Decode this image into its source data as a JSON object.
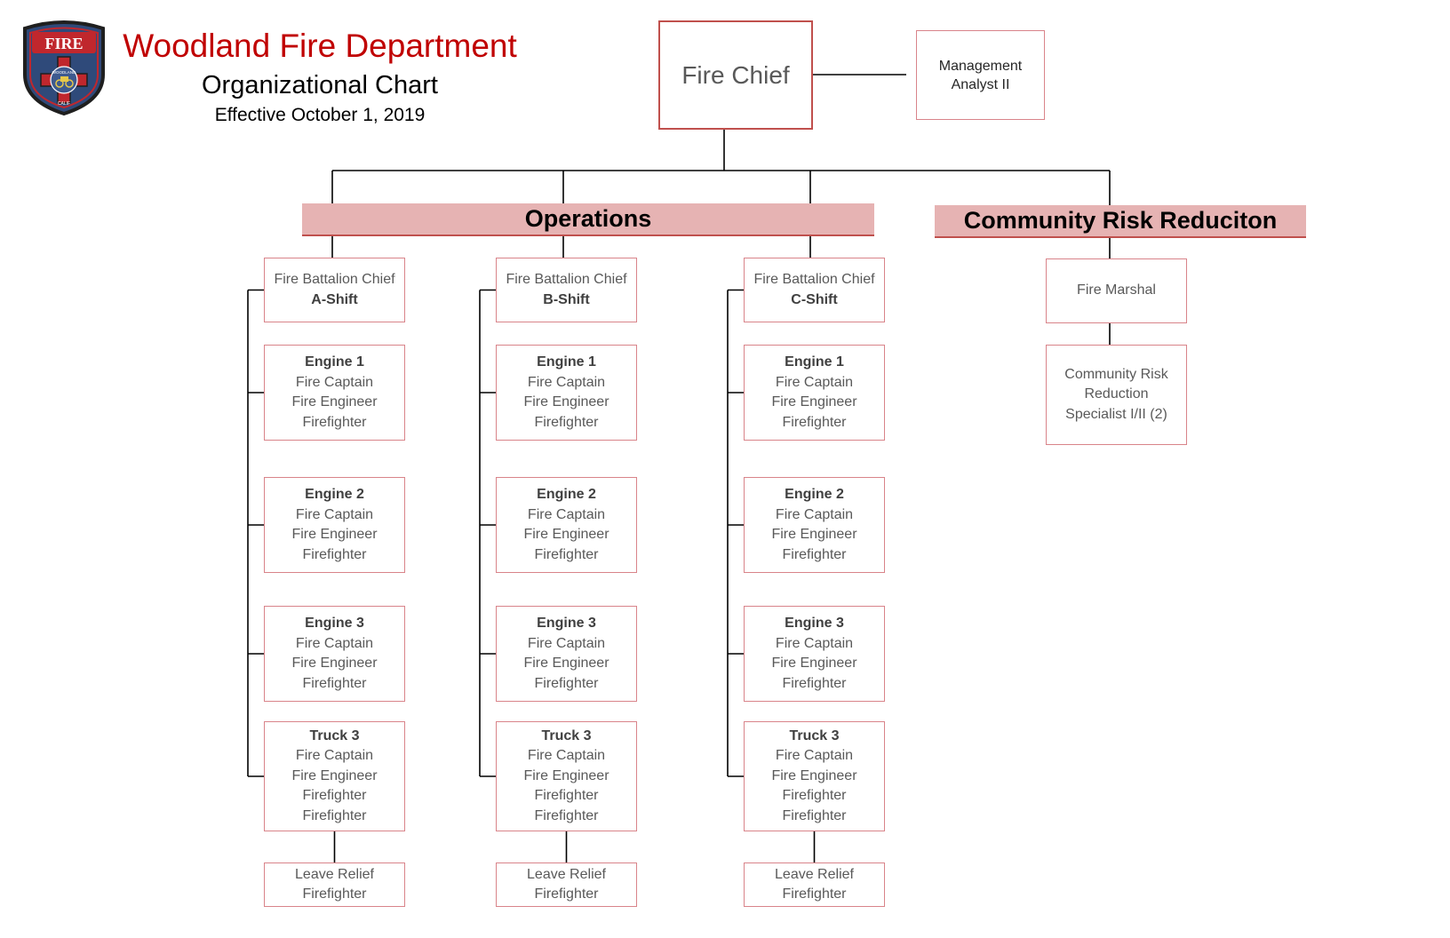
{
  "header": {
    "department": "Woodland Fire Department",
    "chart_title": "Organizational Chart",
    "effective": "Effective October 1, 2019"
  },
  "logo": {
    "top_text": "FIRE",
    "inner_text": "WOODLAND",
    "bottom_text": "CALIF",
    "colors": {
      "shield": "#2f4a7a",
      "red": "#c0272d",
      "outline": "#1f1f1f"
    }
  },
  "colors": {
    "title": "#c00000",
    "box_border": "#d9848a",
    "chief_border": "#c0504d",
    "banner_fill": "#e6b3b3",
    "line": "#000000"
  },
  "chief": {
    "title": "Fire Chief"
  },
  "analyst": {
    "line1": "Management",
    "line2": "Analyst II"
  },
  "divisions": {
    "operations": "Operations",
    "crr": "Community Risk Reduciton"
  },
  "shifts": [
    {
      "chief_line1": "Fire Battalion Chief",
      "chief_line2": "A-Shift",
      "units": [
        {
          "name": "Engine 1",
          "roles": [
            "Fire Captain",
            "Fire Engineer",
            "Firefighter"
          ]
        },
        {
          "name": "Engine 2",
          "roles": [
            "Fire Captain",
            "Fire Engineer",
            "Firefighter"
          ]
        },
        {
          "name": "Engine 3",
          "roles": [
            "Fire Captain",
            "Fire Engineer",
            "Firefighter"
          ]
        },
        {
          "name": "Truck 3",
          "roles": [
            "Fire Captain",
            "Fire Engineer",
            "Firefighter",
            "Firefighter"
          ]
        }
      ],
      "relief": {
        "line1": "Leave Relief",
        "line2": "Firefighter"
      }
    },
    {
      "chief_line1": "Fire Battalion Chief",
      "chief_line2": "B-Shift",
      "units": [
        {
          "name": "Engine 1",
          "roles": [
            "Fire Captain",
            "Fire Engineer",
            "Firefighter"
          ]
        },
        {
          "name": "Engine 2",
          "roles": [
            "Fire Captain",
            "Fire Engineer",
            "Firefighter"
          ]
        },
        {
          "name": "Engine 3",
          "roles": [
            "Fire Captain",
            "Fire Engineer",
            "Firefighter"
          ]
        },
        {
          "name": "Truck 3",
          "roles": [
            "Fire Captain",
            "Fire Engineer",
            "Firefighter",
            "Firefighter"
          ]
        }
      ],
      "relief": {
        "line1": "Leave Relief",
        "line2": "Firefighter"
      }
    },
    {
      "chief_line1": "Fire Battalion Chief",
      "chief_line2": "C-Shift",
      "units": [
        {
          "name": "Engine 1",
          "roles": [
            "Fire Captain",
            "Fire Engineer",
            "Firefighter"
          ]
        },
        {
          "name": "Engine 2",
          "roles": [
            "Fire Captain",
            "Fire Engineer",
            "Firefighter"
          ]
        },
        {
          "name": "Engine 3",
          "roles": [
            "Fire Captain",
            "Fire Engineer",
            "Firefighter"
          ]
        },
        {
          "name": "Truck 3",
          "roles": [
            "Fire Captain",
            "Fire Engineer",
            "Firefighter",
            "Firefighter"
          ]
        }
      ],
      "relief": {
        "line1": "Leave Relief",
        "line2": "Firefighter"
      }
    }
  ],
  "crr": {
    "marshal": "Fire Marshal",
    "specialist_lines": [
      "Community Risk",
      "Reduction",
      "Specialist I/II (2)"
    ]
  }
}
